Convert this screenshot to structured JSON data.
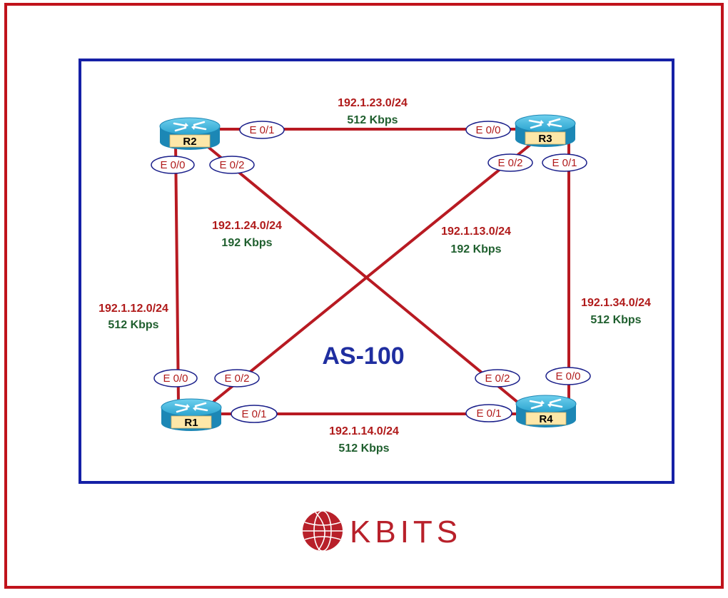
{
  "colors": {
    "outer_border": "#c0131b",
    "inner_border": "#1520a6",
    "link": "#b81a22",
    "network_text": "#b01a1a",
    "bandwidth_text": "#1f5f2e",
    "as_text": "#1f2ea0",
    "router_body": "#2aa3cf",
    "router_plate": "#fde7a8",
    "brand": "#b8202a"
  },
  "area": {
    "label": "AS-100"
  },
  "routers": {
    "r1": {
      "name": "R1"
    },
    "r2": {
      "name": "R2"
    },
    "r3": {
      "name": "R3"
    },
    "r4": {
      "name": "R4"
    }
  },
  "links": {
    "r2_r3": {
      "network": "192.1.23.0/24",
      "bandwidth": "512 Kbps",
      "a_if": "E 0/1",
      "b_if": "E 0/0"
    },
    "r1_r2": {
      "network": "192.1.12.0/24",
      "bandwidth": "512 Kbps",
      "a_if": "E 0/0",
      "b_if": "E 0/0"
    },
    "r2_r4": {
      "network": "192.1.24.0/24",
      "bandwidth": "192 Kbps",
      "a_if": "E 0/2",
      "b_if": "E 0/2"
    },
    "r1_r3": {
      "network": "192.1.13.0/24",
      "bandwidth": "192 Kbps",
      "a_if": "E 0/2",
      "b_if": "E 0/2"
    },
    "r3_r4": {
      "network": "192.1.34.0/24",
      "bandwidth": "512 Kbps",
      "a_if": "E 0/1",
      "b_if": "E 0/0"
    },
    "r1_r4": {
      "network": "192.1.14.0/24",
      "bandwidth": "512 Kbps",
      "a_if": "E 0/1",
      "b_if": "E 0/1"
    }
  },
  "brand": {
    "name": "KBITS",
    "logo_icon": "globe-icon"
  }
}
